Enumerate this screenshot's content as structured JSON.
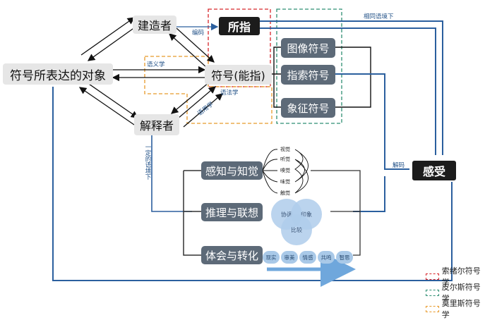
{
  "nodes": {
    "builder": "建造者",
    "object": "符号所表达的对象",
    "interpreter": "解释者",
    "signified": "所指",
    "signifier": "符号(能指)",
    "icon_sign": "图像符号",
    "index_sign": "指索符号",
    "symbol_sign": "象征符号",
    "feeling": "感受",
    "perception": "感知与知觉",
    "reasoning": "推理与联想",
    "experience": "体会与转化"
  },
  "edge_labels": {
    "encoding": "编码",
    "semantics": "语义学",
    "syntactics": "语法学",
    "pragmatics": "语用学",
    "same_context": "相同语境下",
    "decoding": "解码",
    "certain_context": "一定的语境下"
  },
  "senses": [
    "视觉",
    "听觉",
    "嗅觉",
    "味觉",
    "触觉"
  ],
  "association": {
    "a": "协调",
    "b": "印象",
    "c": "比较"
  },
  "transformation": [
    "现实",
    "审美",
    "情感",
    "共鸣",
    "智思"
  ],
  "legend": [
    {
      "label": "索绪尔符号学",
      "color": "#d7262b"
    },
    {
      "label": "皮尔斯符号学",
      "color": "#2f8f73"
    },
    {
      "label": "莫里斯符号学",
      "color": "#e89a2b"
    }
  ]
}
